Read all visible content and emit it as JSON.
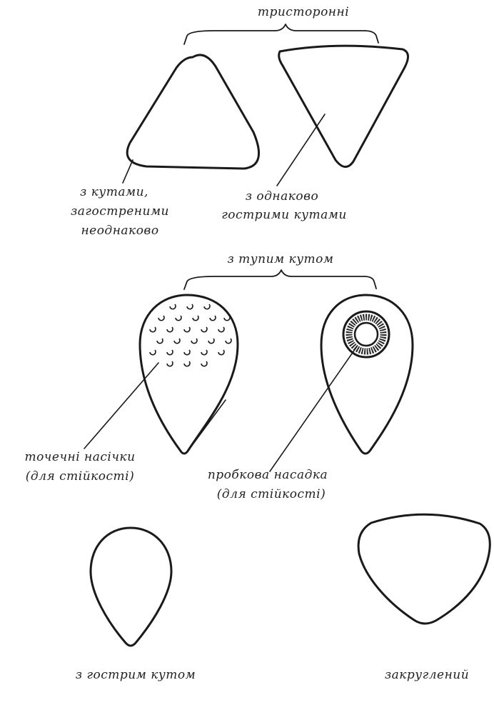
{
  "labels": {
    "three_sided": "тристоронні",
    "unequal_line1": "з кутами,",
    "unequal_line2": "загостреними",
    "unequal_line3": "неоднаково",
    "equal_line1": "з однаково",
    "equal_line2": "гострими кутами",
    "blunt": "з тупим кутом",
    "dots_line1": "точечні насічки",
    "dots_line2": "(для стійкості)",
    "cork_line1": "пробкова насадка",
    "cork_line2": "(для стійкості)",
    "sharp": "з гострим кутом",
    "rounded": "закруглений"
  }
}
